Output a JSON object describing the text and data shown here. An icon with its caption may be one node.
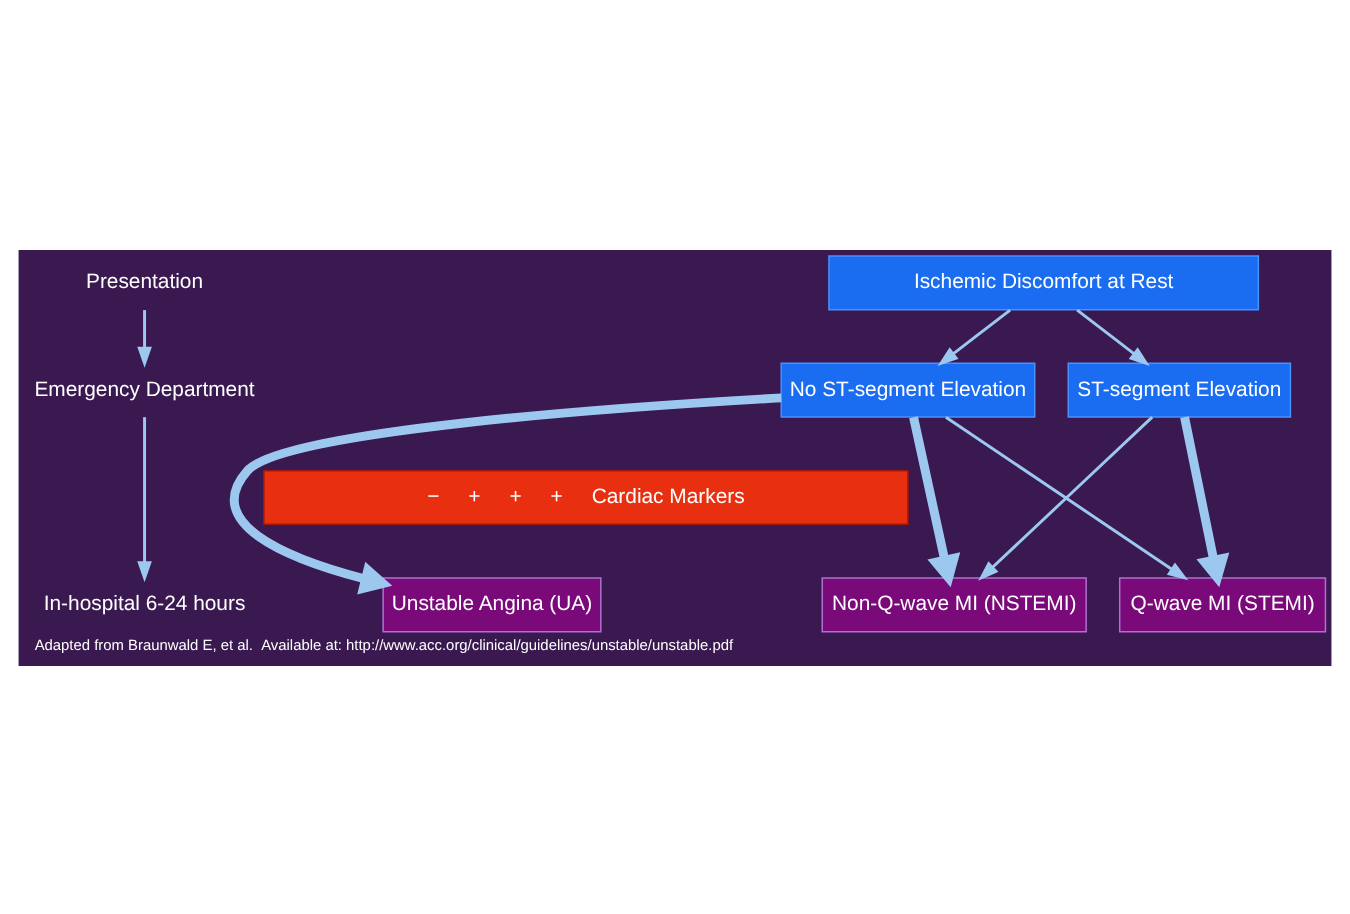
{
  "diagram": {
    "caption": "Adapted from Braunwald E, et al.  Available at: http://www.acc.org/clinical/guidelines/unstable/unstable.pdf",
    "nodes": [
      {
        "text": [
          "Presentation"
        ]
      },
      {
        "text": [
          "Emergency Department"
        ]
      },
      {
        "text": [
          "In-hospital 6-24 hours"
        ]
      },
      {
        "text": [
          "Ischemic Discomfort at Rest"
        ]
      },
      {
        "text": [
          "No ST-segment Elevation"
        ]
      },
      {
        "text": [
          "ST-segment Elevation"
        ]
      },
      {
        "text": [
          "−",
          "+",
          "+",
          "+",
          "Cardiac Markers"
        ]
      },
      {
        "text": [
          "Unstable Angina (UA)"
        ]
      },
      {
        "text": [
          "Non-Q-wave MI (NSTEMI)"
        ]
      },
      {
        "text": [
          "Q-wave MI (STEMI)"
        ]
      }
    ],
    "edges": [
      {
        "from": 0,
        "to": 1,
        "arrow": "to"
      },
      {
        "from": 1,
        "to": 2,
        "arrow": "to"
      },
      {
        "from": 3,
        "to": 4,
        "arrow": "to"
      },
      {
        "from": 3,
        "to": 5,
        "arrow": "to"
      },
      {
        "from": 4,
        "to": 7,
        "arrow": "to",
        "style": "thick"
      },
      {
        "from": 4,
        "to": 8,
        "arrow": "to",
        "style": "thick"
      },
      {
        "from": 4,
        "to": 9,
        "arrow": "to"
      },
      {
        "from": 5,
        "to": 8,
        "arrow": "to"
      },
      {
        "from": 5,
        "to": 9,
        "arrow": "to",
        "style": "thick"
      }
    ]
  }
}
